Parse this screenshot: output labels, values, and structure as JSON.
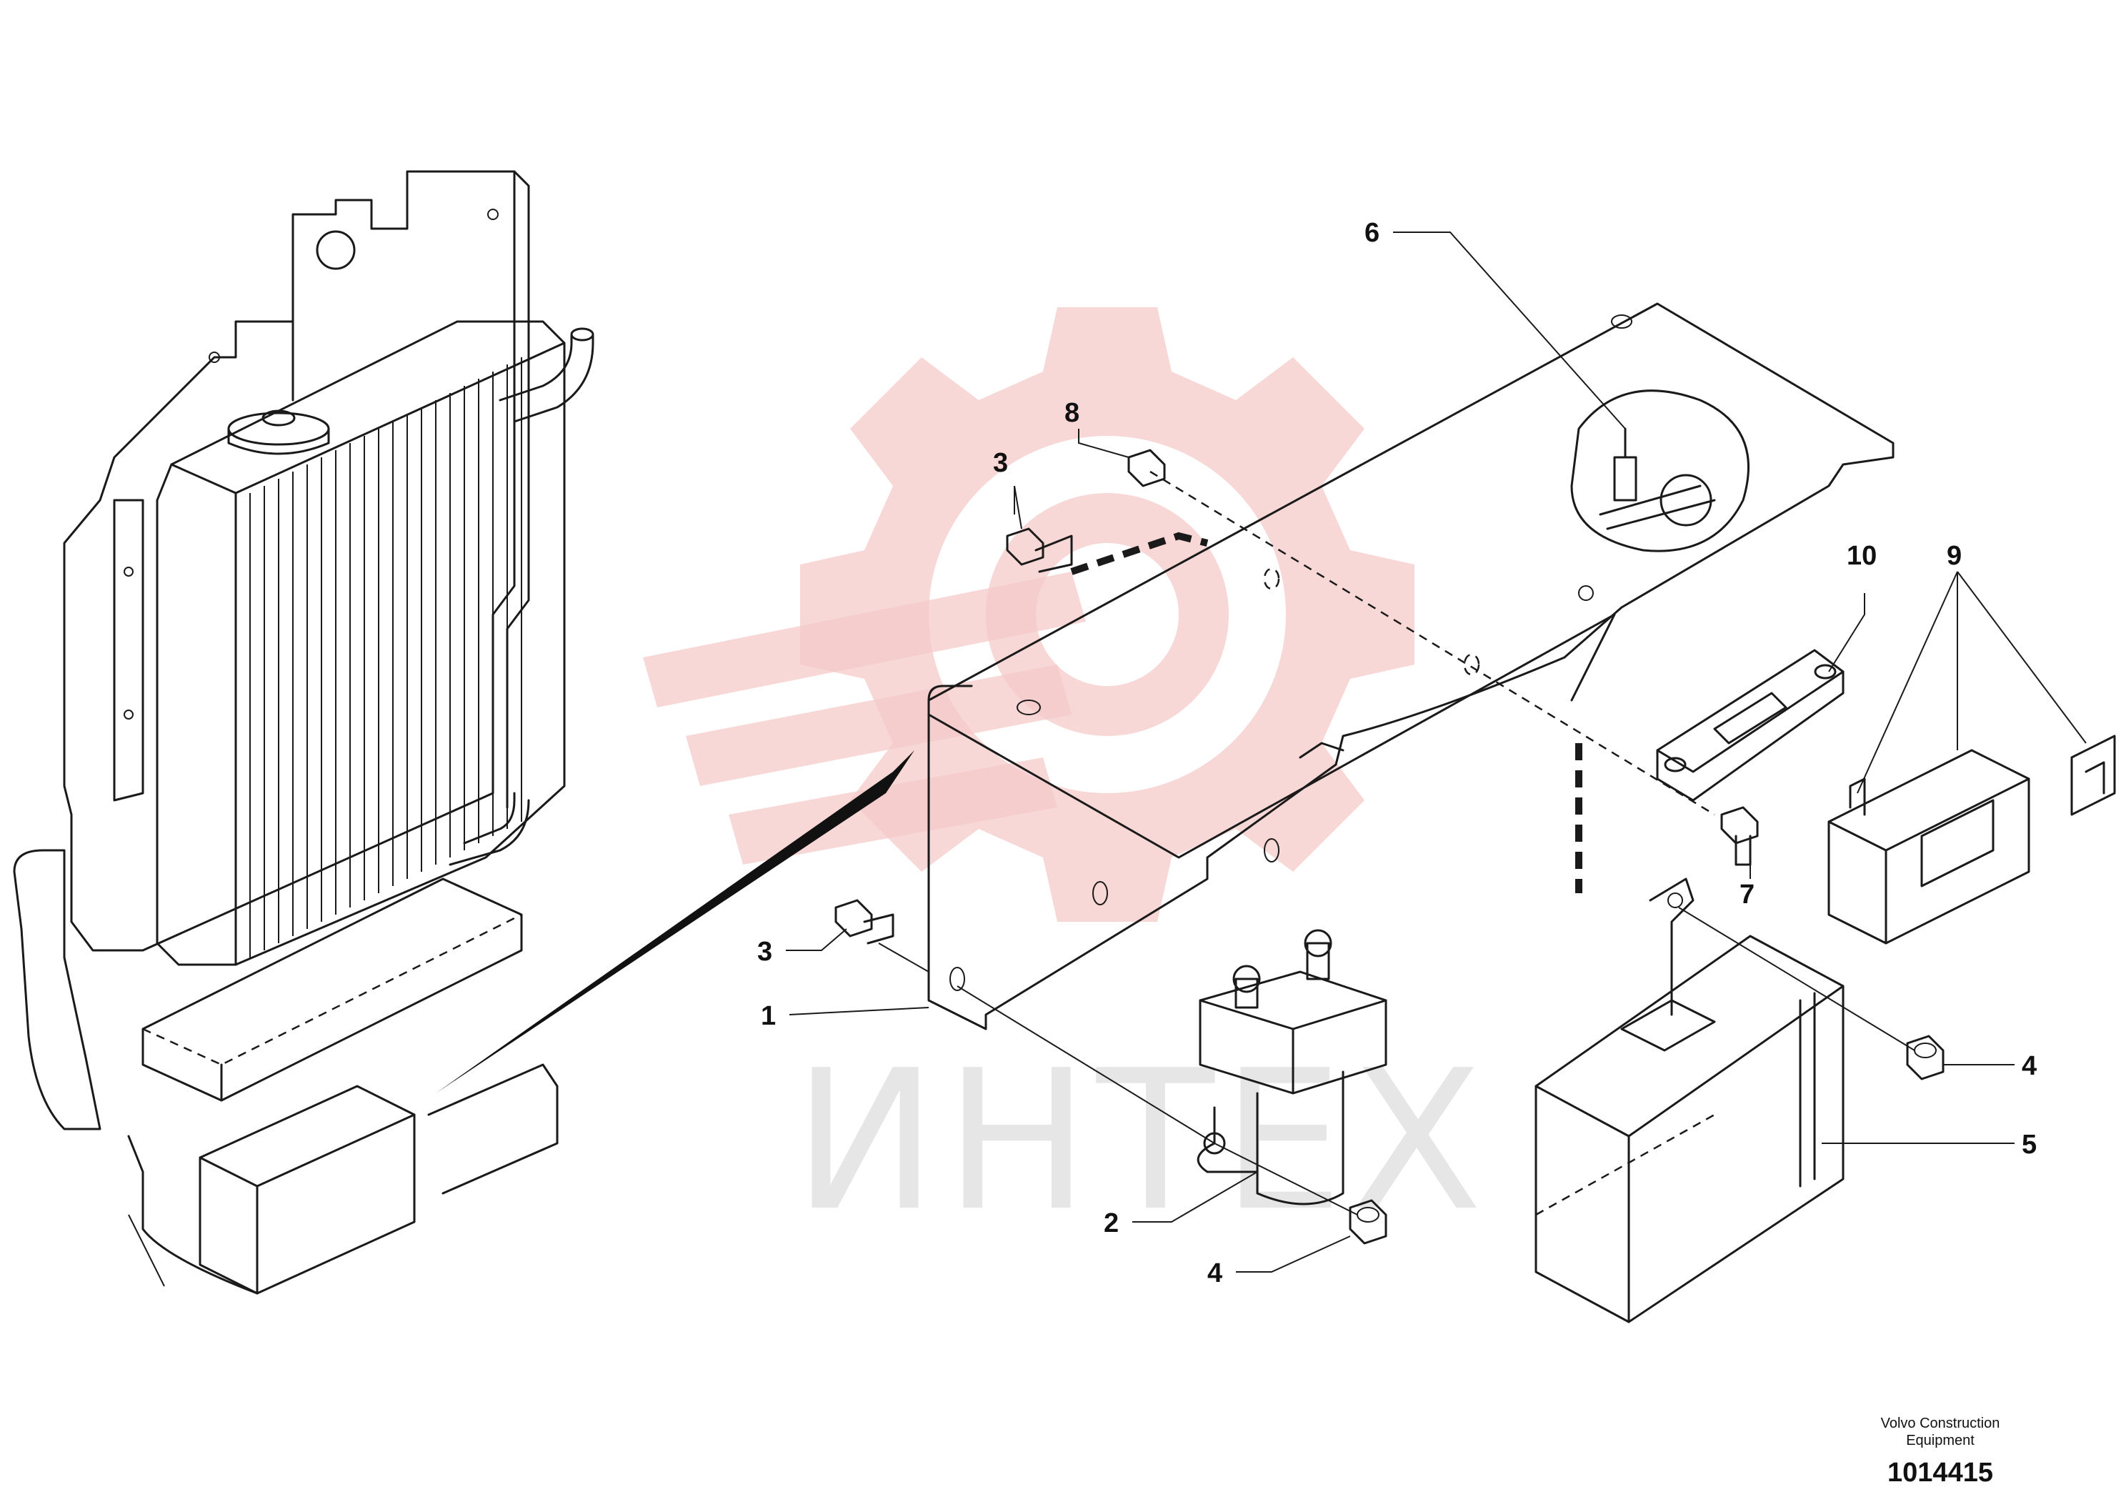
{
  "watermark": {
    "text": "ИНТЕХ",
    "color": "#f6c9c9"
  },
  "callouts": [
    {
      "id": "c1",
      "label": "1"
    },
    {
      "id": "c2",
      "label": "2"
    },
    {
      "id": "c3a",
      "label": "3"
    },
    {
      "id": "c3b",
      "label": "3"
    },
    {
      "id": "c4a",
      "label": "4"
    },
    {
      "id": "c4b",
      "label": "4"
    },
    {
      "id": "c5",
      "label": "5"
    },
    {
      "id": "c6",
      "label": "6"
    },
    {
      "id": "c7",
      "label": "7"
    },
    {
      "id": "c8",
      "label": "8"
    },
    {
      "id": "c9",
      "label": "9"
    },
    {
      "id": "c10",
      "label": "10"
    }
  ],
  "footer": {
    "company_line1": "Volvo Construction",
    "company_line2": "Equipment",
    "code": "1014415"
  }
}
